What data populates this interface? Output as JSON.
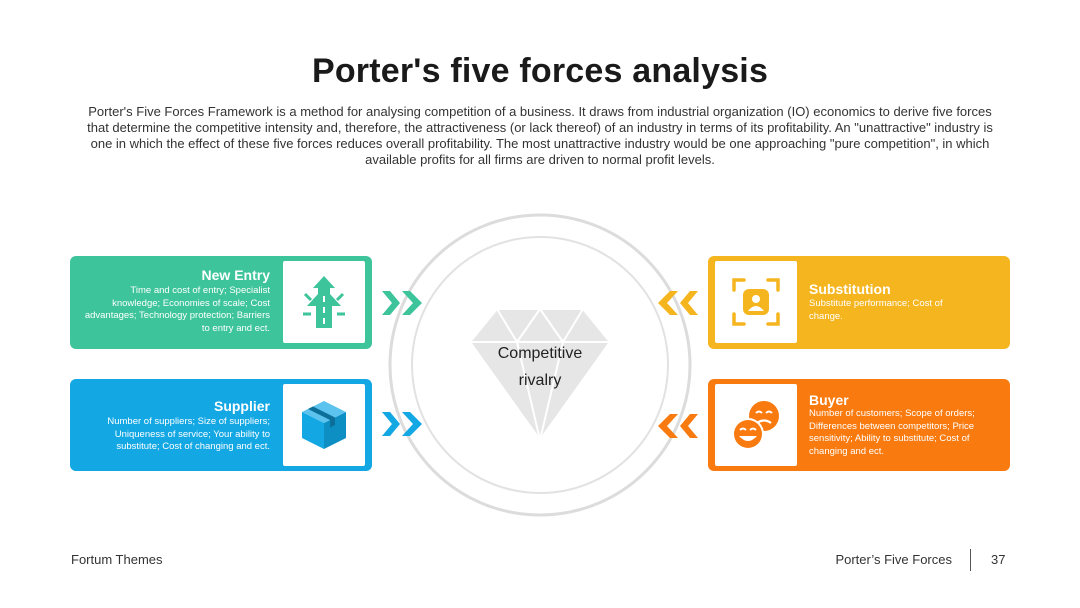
{
  "slide": {
    "title": "Porter's five forces analysis",
    "description": "Porter's Five Forces Framework is a method for analysing competition of a business. It draws from industrial organization (IO) economics to derive five forces that determine the competitive intensity and, therefore, the attractiveness (or lack thereof) of an industry in terms of its profitability. An \"unattractive\" industry is one in which the effect of these five forces reduces overall profitability. The most unattractive industry would be one approaching \"pure competition\", in which available profits for all firms are driven to normal profit levels."
  },
  "center": {
    "line1": "Competitive",
    "line2": "rivalry"
  },
  "forces": {
    "new_entry": {
      "title": "New Entry",
      "text": "Time and cost of entry; Specialist knowledge; Economies of scale; Cost advantages; Technology protection; Barriers to entry and ect.",
      "color": "#3dc49a",
      "icon": "road-icon"
    },
    "supplier": {
      "title": "Supplier",
      "text": "Number of suppliers; Size of suppliers; Uniqueness of service; Your ability to substitute; Cost of changing and ect.",
      "color": "#13a7e3",
      "icon": "box-icon"
    },
    "substitution": {
      "title": "Substitution",
      "text": "Substitute performance; Cost of change.",
      "color": "#f5b51f",
      "icon": "user-focus-icon"
    },
    "buyer": {
      "title": "Buyer",
      "text": "Number of customers; Scope of orders; Differences between competitors; Price sensitivity; Ability to substitute; Cost of changing and ect.",
      "color": "#f97b10",
      "icon": "faces-icon"
    }
  },
  "footer": {
    "left": "Fortum Themes",
    "section": "Porter’s Five Forces",
    "page": "37"
  }
}
